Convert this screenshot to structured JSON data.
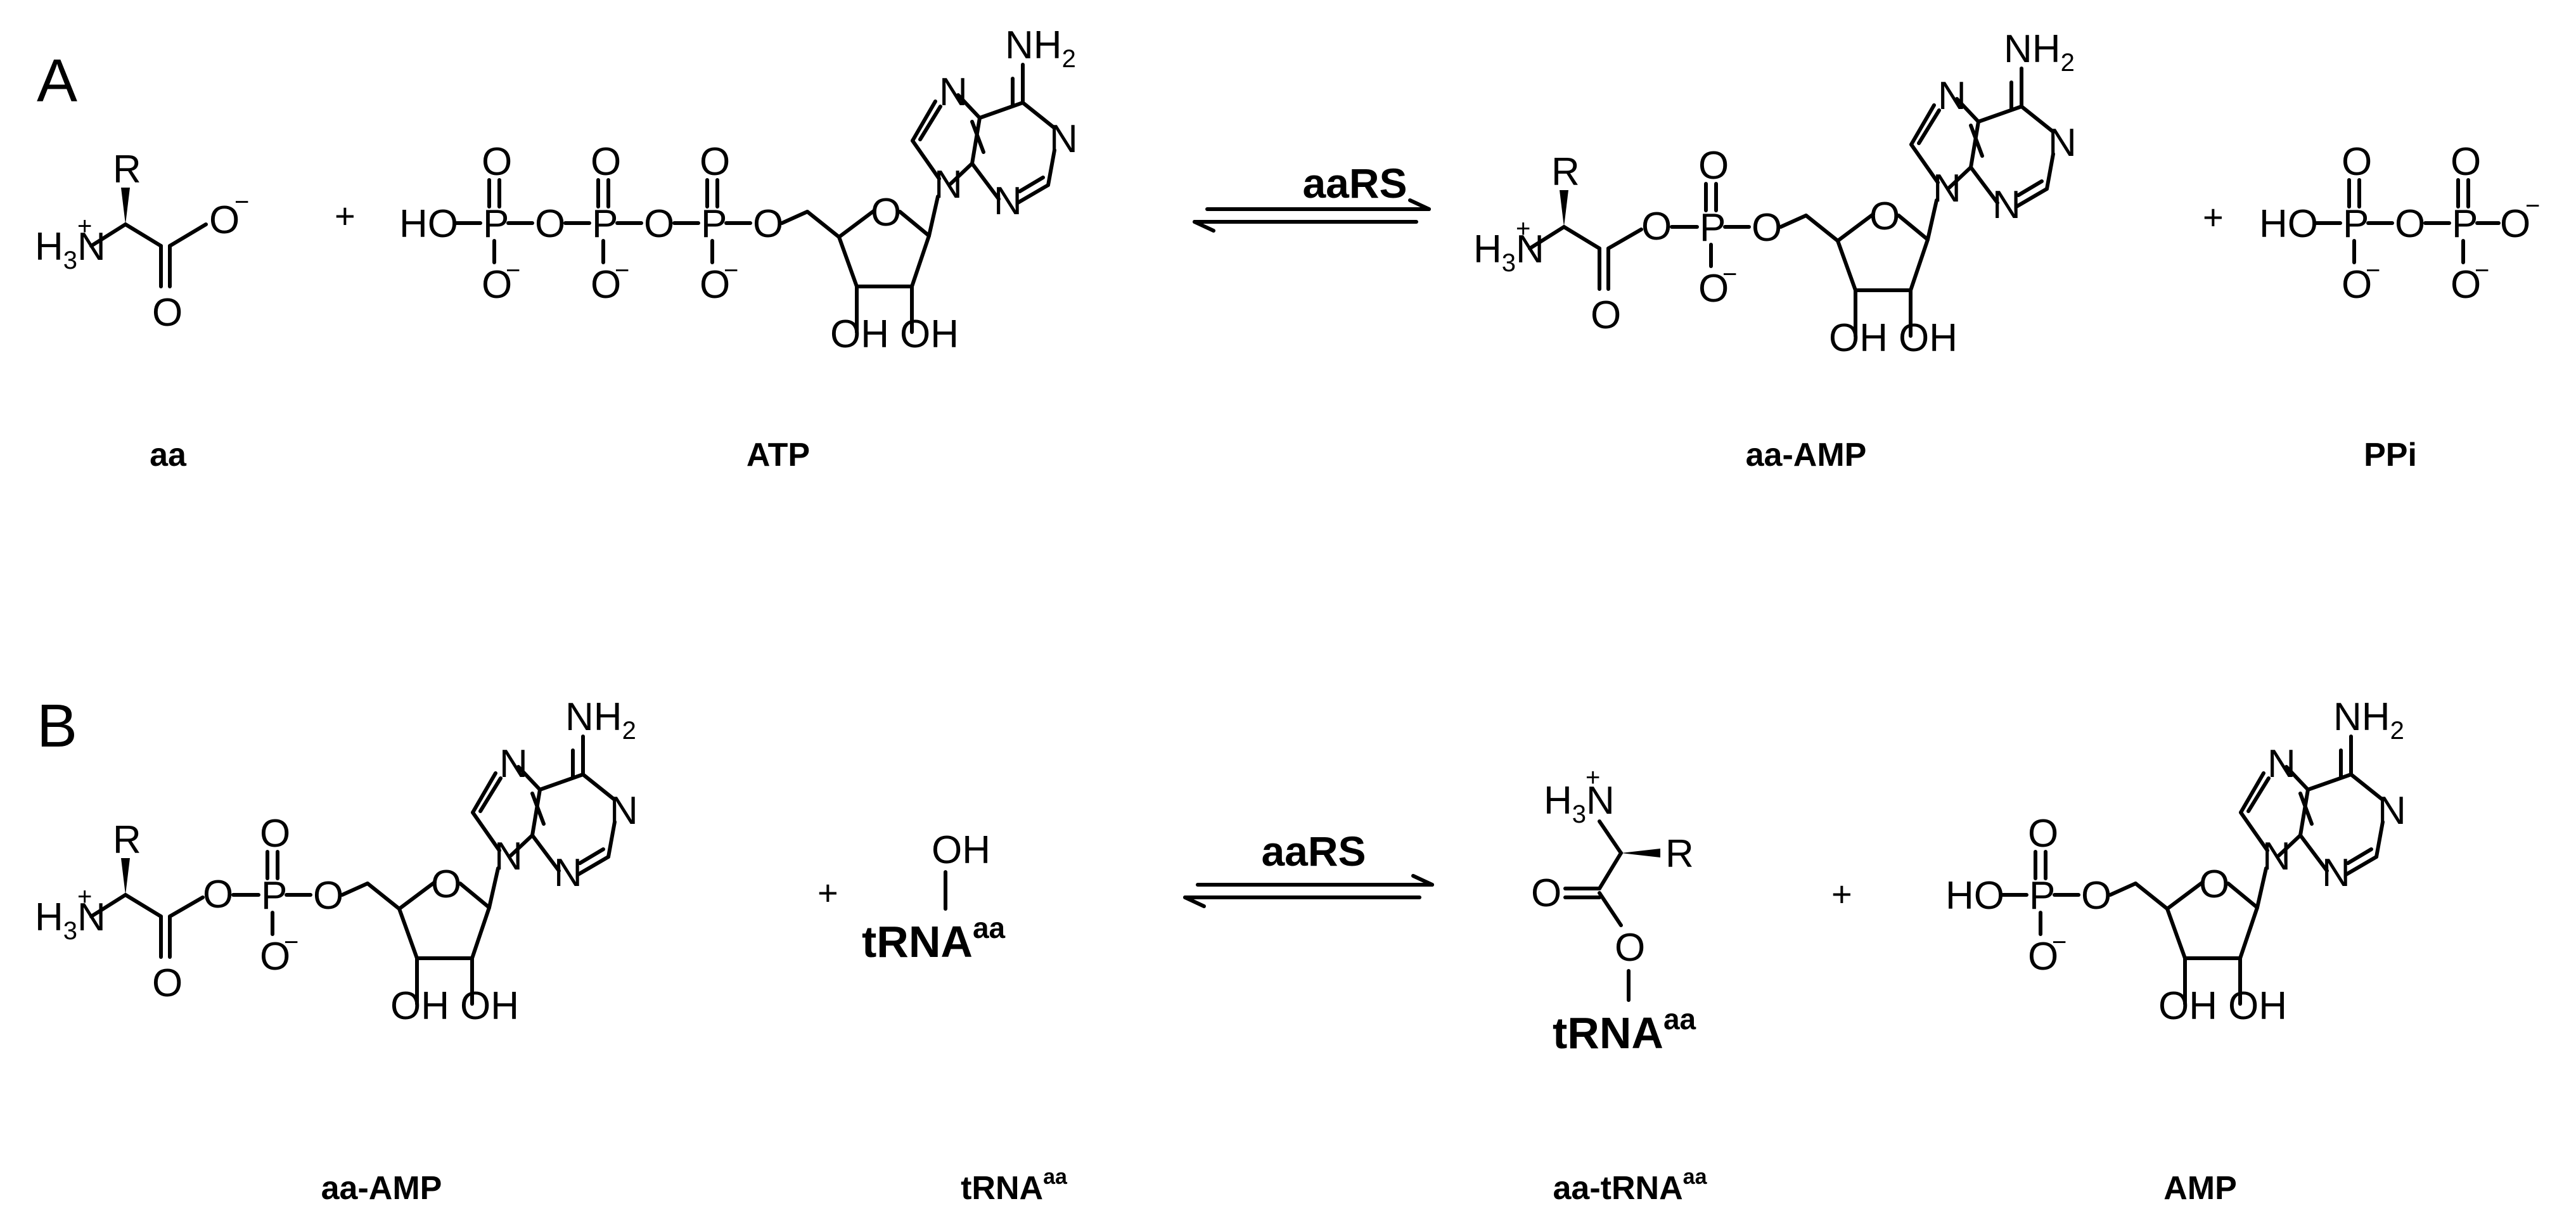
{
  "panels": {
    "a": "A",
    "b": "B"
  },
  "enzyme": "aaRS",
  "plus": "+",
  "atoms": {
    "r": "R",
    "n": "N",
    "h": "H",
    "h3": "3",
    "plus_charge": "+",
    "minus_charge": "−",
    "o": "O",
    "o_minus": "O",
    "p": "P",
    "ho": "HO",
    "oh": "OH",
    "nh2_n": "NH",
    "two": "2"
  },
  "captions": {
    "aa": "aa",
    "atp": "ATP",
    "aa_amp": "aa-AMP",
    "ppi": "PPi",
    "trna_base": "tRNA",
    "trna_sup": "aa",
    "aa_trna_base": "aa-tRNA",
    "aa_trna_sup": "aa",
    "amp": "AMP"
  },
  "labels": {
    "trna": "tRNA",
    "trna_sup": "aa"
  }
}
